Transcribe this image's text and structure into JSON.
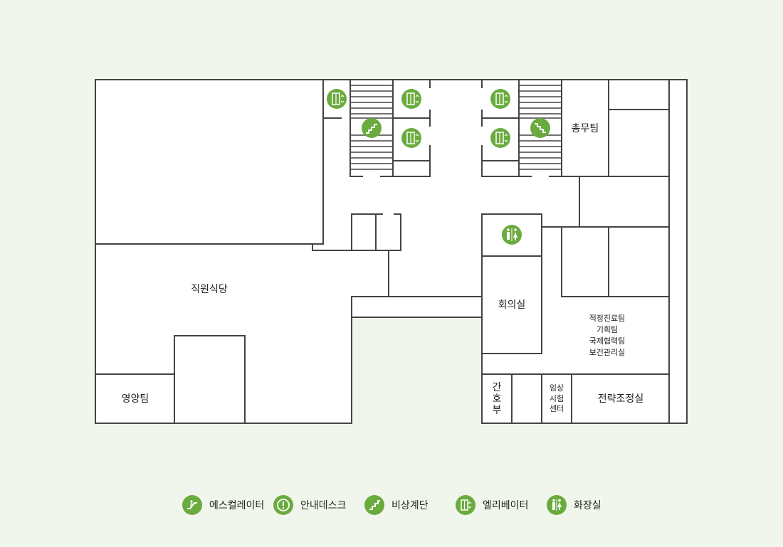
{
  "rooms": {
    "staff_cafeteria": "직원식당",
    "nutrition_team": "영양팀",
    "general_affairs": "총무팀",
    "meeting_room": "회의실",
    "nursing_dept": [
      "간",
      "호",
      "부"
    ],
    "clinical_trial_center": [
      "임상",
      "시험",
      "센터"
    ],
    "strategy_office": "전략조정실",
    "multi_team": [
      "적정진료팀",
      "기획팀",
      "국제협력팀",
      "보건관리실"
    ]
  },
  "legend": [
    {
      "icon": "escalator-icon",
      "label": "에스컬레이터"
    },
    {
      "icon": "info-desk-icon",
      "label": "안내데스크"
    },
    {
      "icon": "emergency-stairs-icon",
      "label": "비상계단"
    },
    {
      "icon": "elevator-icon",
      "label": "엘리베이터"
    },
    {
      "icon": "restroom-icon",
      "label": "화장실"
    }
  ],
  "colors": {
    "accent": "#6aab3e",
    "background": "#f1f6ec",
    "wall": "#444444"
  }
}
